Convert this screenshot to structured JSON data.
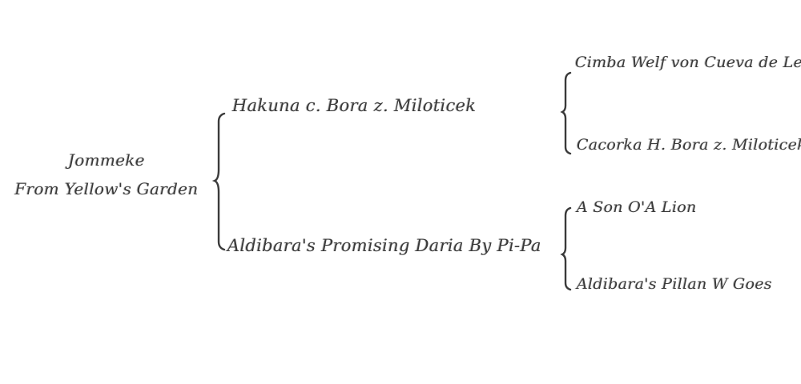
{
  "subject": {
    "line1": "Jommeke",
    "line2": "From Yellow's Garden"
  },
  "parents": [
    {
      "name": "Hakuna c. Bora z. Miloticek",
      "parents": [
        "Cimba Welf von Cueva de Leones",
        "Cacorka H. Bora z. Miloticek"
      ]
    },
    {
      "name": "Aldibara's Promising Daria By  Pi-Pa",
      "parents": [
        "A Son O'A Lion",
        "Aldibara's Pillan W Goes"
      ]
    }
  ]
}
